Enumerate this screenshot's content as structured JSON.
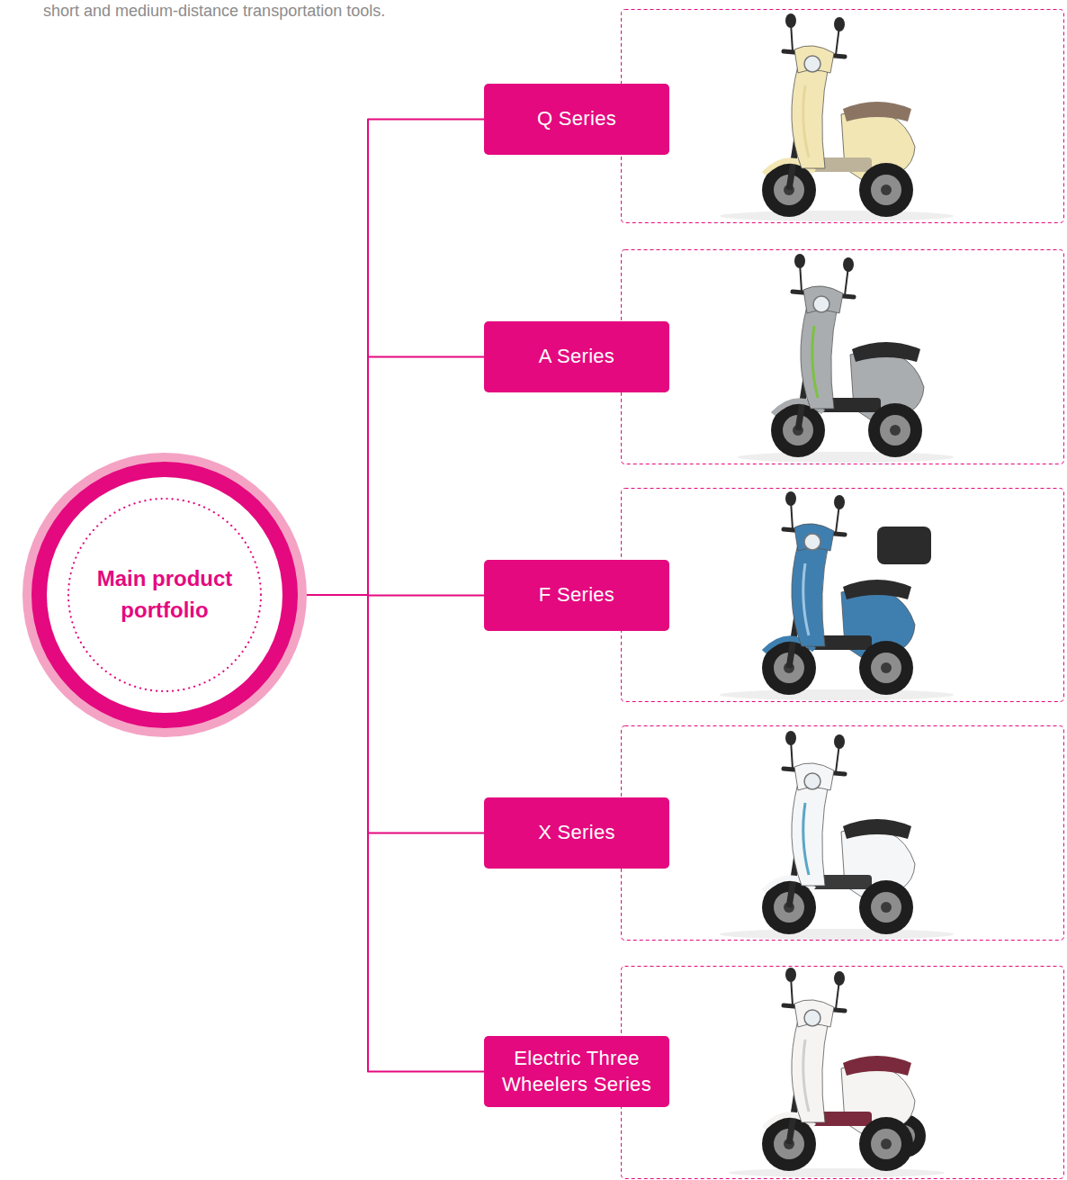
{
  "diagram": {
    "nodes": [
      {
        "text": [
          "Main product portfolio"
        ]
      },
      {
        "text": [
          "Q Series"
        ]
      },
      {
        "text": [
          "A Series"
        ]
      },
      {
        "text": [
          "F Series"
        ]
      },
      {
        "text": [
          "X Series"
        ]
      },
      {
        "text": [
          "Electric Three Wheelers Series"
        ]
      }
    ],
    "edges": [
      {
        "from": 0,
        "to": 1,
        "arrow": "none"
      },
      {
        "from": 0,
        "to": 2,
        "arrow": "none"
      },
      {
        "from": 0,
        "to": 3,
        "arrow": "none"
      },
      {
        "from": 0,
        "to": 4,
        "arrow": "none"
      },
      {
        "from": 0,
        "to": 5,
        "arrow": "none"
      }
    ],
    "labels": [
      "short and medium-distance transportation tools."
    ]
  }
}
